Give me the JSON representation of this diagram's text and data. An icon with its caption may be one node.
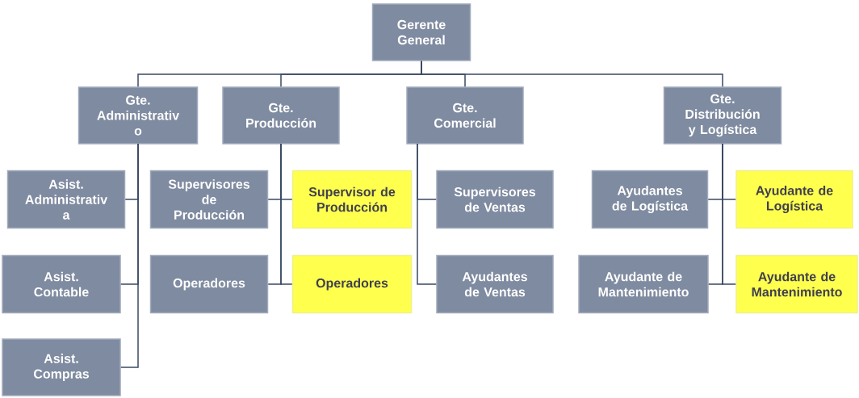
{
  "diagram": {
    "nodes": [
      {
        "text": [
          "Gerente General"
        ]
      },
      {
        "text": [
          "Gte. Administrativ o"
        ]
      },
      {
        "text": [
          "Gte. Producción"
        ]
      },
      {
        "text": [
          "Gte. Comercial"
        ]
      },
      {
        "text": [
          "Gte. Distribución y Logística"
        ]
      },
      {
        "text": [
          "Asist. Administrativ a"
        ]
      },
      {
        "text": [
          "Asist. Contable"
        ]
      },
      {
        "text": [
          "Asist. Compras"
        ]
      },
      {
        "text": [
          "Supervisores de Producción"
        ]
      },
      {
        "text": [
          "Supervisor de Producción"
        ]
      },
      {
        "text": [
          "Operadores"
        ]
      },
      {
        "text": [
          "Operadores"
        ]
      },
      {
        "text": [
          "Supervisores de Ventas"
        ]
      },
      {
        "text": [
          "Ayudantes de Ventas"
        ]
      },
      {
        "text": [
          "Ayudantes de Logística"
        ]
      },
      {
        "text": [
          "Ayudante de Logística"
        ]
      },
      {
        "text": [
          "Ayudante de Mantenimiento"
        ]
      },
      {
        "text": [
          "Ayudante de Mantenimiento"
        ]
      }
    ],
    "edges": [
      {
        "from": 0,
        "to": 1,
        "arrow": "none"
      },
      {
        "from": 0,
        "to": 2,
        "arrow": "none"
      },
      {
        "from": 0,
        "to": 3,
        "arrow": "none"
      },
      {
        "from": 0,
        "to": 4,
        "arrow": "none"
      },
      {
        "from": 1,
        "to": 5,
        "arrow": "none"
      },
      {
        "from": 1,
        "to": 6,
        "arrow": "none"
      },
      {
        "from": 1,
        "to": 7,
        "arrow": "none"
      },
      {
        "from": 2,
        "to": 8,
        "arrow": "none"
      },
      {
        "from": 2,
        "to": 9,
        "arrow": "none"
      },
      {
        "from": 2,
        "to": 10,
        "arrow": "none"
      },
      {
        "from": 2,
        "to": 11,
        "arrow": "none"
      },
      {
        "from": 3,
        "to": 12,
        "arrow": "none"
      },
      {
        "from": 3,
        "to": 13,
        "arrow": "none"
      },
      {
        "from": 4,
        "to": 14,
        "arrow": "none"
      },
      {
        "from": 4,
        "to": 15,
        "arrow": "none"
      },
      {
        "from": 4,
        "to": 16,
        "arrow": "none"
      },
      {
        "from": 4,
        "to": 17,
        "arrow": "none"
      }
    ]
  }
}
